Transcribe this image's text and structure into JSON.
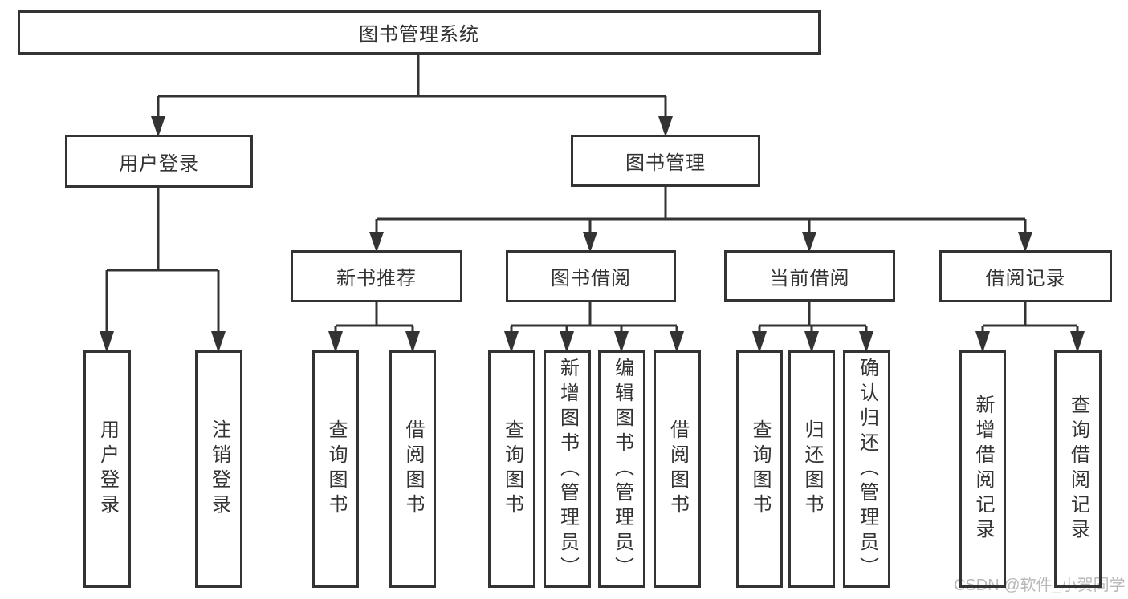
{
  "diagram": {
    "title_node": {
      "label": "图书管理系统"
    },
    "level2": [
      {
        "label": "用户登录"
      },
      {
        "label": "图书管理"
      }
    ],
    "level3": [
      {
        "label": "新书推荐"
      },
      {
        "label": "图书借阅"
      },
      {
        "label": "当前借阅"
      },
      {
        "label": "借阅记录"
      }
    ],
    "leaves": [
      {
        "parent": "用户登录",
        "label": "用户登录"
      },
      {
        "parent": "用户登录",
        "label": "注销登录"
      },
      {
        "parent": "新书推荐",
        "label": "查询图书"
      },
      {
        "parent": "新书推荐",
        "label": "借阅图书"
      },
      {
        "parent": "图书借阅",
        "label": "查询图书"
      },
      {
        "parent": "图书借阅",
        "label": "新增图书（管理员）"
      },
      {
        "parent": "图书借阅",
        "label": "编辑图书（管理员）"
      },
      {
        "parent": "图书借阅",
        "label": "借阅图书"
      },
      {
        "parent": "当前借阅",
        "label": "查询图书"
      },
      {
        "parent": "当前借阅",
        "label": "归还图书"
      },
      {
        "parent": "当前借阅",
        "label": "确认归还（管理员）"
      },
      {
        "parent": "借阅记录",
        "label": "新增借阅记录"
      },
      {
        "parent": "借阅记录",
        "label": "查询借阅记录"
      }
    ],
    "watermark": "CSDN @软件_小贺同学",
    "colors": {
      "line": "#333333",
      "text": "#333333",
      "watermark": "#b9b9b9",
      "background": "#ffffff"
    }
  }
}
